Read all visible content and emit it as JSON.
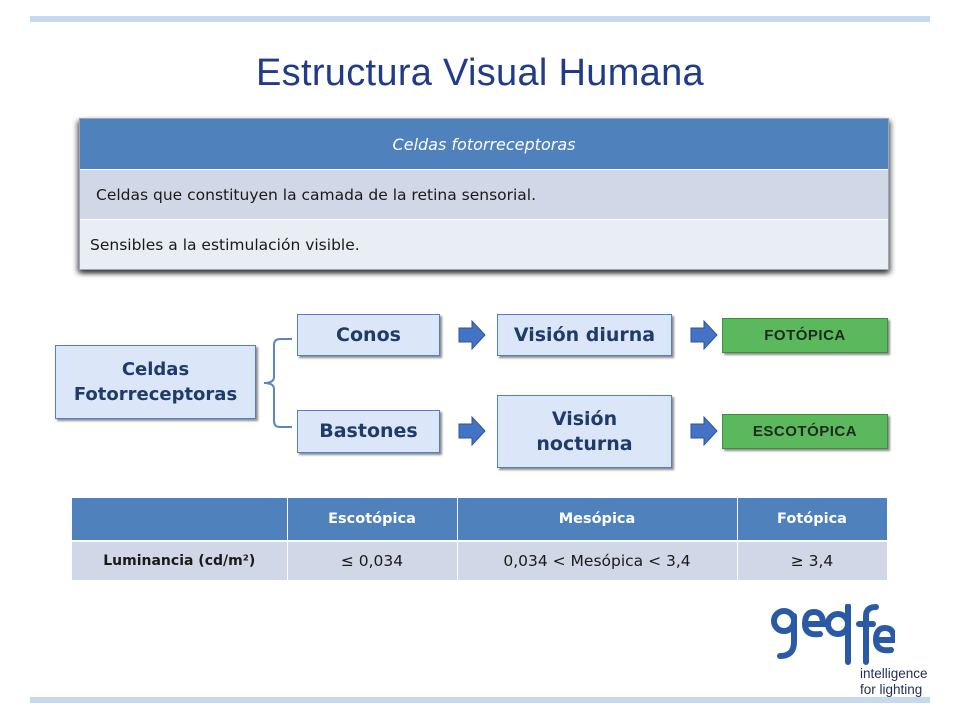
{
  "slide": {
    "title": "Estructura Visual Humana"
  },
  "info_table": {
    "header": "Celdas fotorreceptoras",
    "rows": [
      "Celdas que constituyen la camada de la retina sensorial.",
      "Sensibles a la estimulación visible."
    ]
  },
  "diagram": {
    "root": "Celdas Fotorreceptoras",
    "branches": [
      {
        "cell": "Conos",
        "vision": "Visión diurna",
        "type": "FOTÓPICA"
      },
      {
        "cell": "Bastones",
        "vision": "Visión nocturna",
        "type": "ESCOTÓPICA"
      }
    ]
  },
  "luminance_table": {
    "columns": [
      "",
      "Escotópica",
      "Mesópica",
      "Fotópica"
    ],
    "rows": [
      {
        "label": "Luminancia (cd/m²)",
        "values": [
          "≤ 0,034",
          "0,034 < Mesópica < 3,4",
          "≥ 3,4"
        ]
      }
    ]
  },
  "logo": {
    "brand": "gedfe",
    "tagline_line1": "intelligence",
    "tagline_line2": "for lighting"
  },
  "colors": {
    "title": "#1f3b8a",
    "table_header": "#4f81bd",
    "table_row": "#d0d8e8",
    "node_fill": "#dbe6f8",
    "node_border": "#4f7fd0",
    "green_label": "#5cb85c",
    "arrow": "#4472c4",
    "logo": "#2a5aa6"
  }
}
